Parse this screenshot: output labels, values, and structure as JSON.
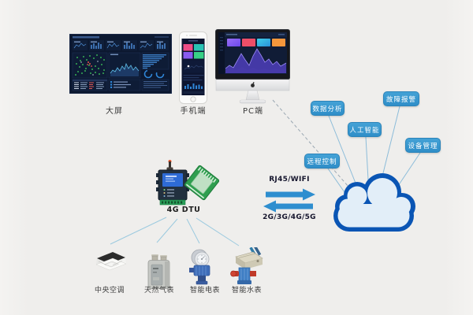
{
  "colors": {
    "accent_blue": "#3496ce",
    "arrow_blue": "#2e8ecf",
    "cloud_blue": "#0a55b4",
    "background": "#f0efec"
  },
  "terminals": {
    "big_screen": {
      "label": "大屏"
    },
    "mobile": {
      "label": "手机端"
    },
    "pc": {
      "label": "PC端"
    }
  },
  "gateway": {
    "label": "4G DTU"
  },
  "cloud_services": [
    {
      "label": "数据分析"
    },
    {
      "label": "人工智能"
    },
    {
      "label": "故障报警"
    },
    {
      "label": "设备管理"
    },
    {
      "label": "远程控制"
    }
  ],
  "links": {
    "uplink": "RJ45/WIFI",
    "downlink": "2G/3G/4G/5G"
  },
  "devices": [
    {
      "label": "中央空调",
      "icon": "air-conditioner-icon"
    },
    {
      "label": "天然气表",
      "icon": "gas-meter-icon"
    },
    {
      "label": "智能电表",
      "icon": "electric-meter-icon"
    },
    {
      "label": "智能水表",
      "icon": "water-meter-icon"
    }
  ]
}
